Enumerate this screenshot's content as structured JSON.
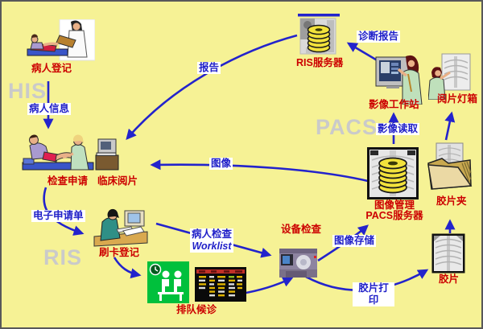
{
  "diagram_title": "HIS-RIS-PACS medical imaging workflow",
  "zones": {
    "his": {
      "label": "HIS"
    },
    "ris": {
      "label": "RIS"
    },
    "pacs": {
      "label": "PACS"
    }
  },
  "nodes": {
    "patient_registration": {
      "label": "病人登记"
    },
    "exam_request": {
      "label": "检查申请"
    },
    "clinical_reading": {
      "label": "临床阅片"
    },
    "card_registration": {
      "label": "刷卡登记"
    },
    "queue_waiting": {
      "label": "排队候诊"
    },
    "device_exam": {
      "label": "设备检查"
    },
    "ris_server": {
      "label": "RIS服务器"
    },
    "imaging_workstation": {
      "label": "影像工作站"
    },
    "film_lightbox": {
      "label": "阅片灯箱"
    },
    "pacs_server": {
      "label_line1": "图像管理",
      "label_line2": "PACS服务器"
    },
    "film_folder": {
      "label": "胶片夹"
    },
    "film": {
      "label": "胶片"
    }
  },
  "flows": {
    "patient_info": {
      "label": "病人信息"
    },
    "report": {
      "label": "报告"
    },
    "diagnostic_report": {
      "label": "诊断报告"
    },
    "image_read": {
      "label": "影像读取"
    },
    "image": {
      "label": "图像"
    },
    "e_request_form": {
      "label": "电子申请单"
    },
    "patient_exam_worklist": {
      "label_line1": "病人检查",
      "label_line2": "Worklist"
    },
    "image_store": {
      "label": "图像存储"
    },
    "film_print": {
      "label_line1": "胶片打",
      "label_line2": "印"
    }
  },
  "colors": {
    "background": "#F6F295",
    "border": "#58585A",
    "node_label": "#CC0000",
    "flow_label": "#1F1FC8",
    "arrow": "#2323CC",
    "zone_label": "#CACACA",
    "disk_stack": "#F2E23C",
    "queue_icon_green": "#00C03C"
  }
}
